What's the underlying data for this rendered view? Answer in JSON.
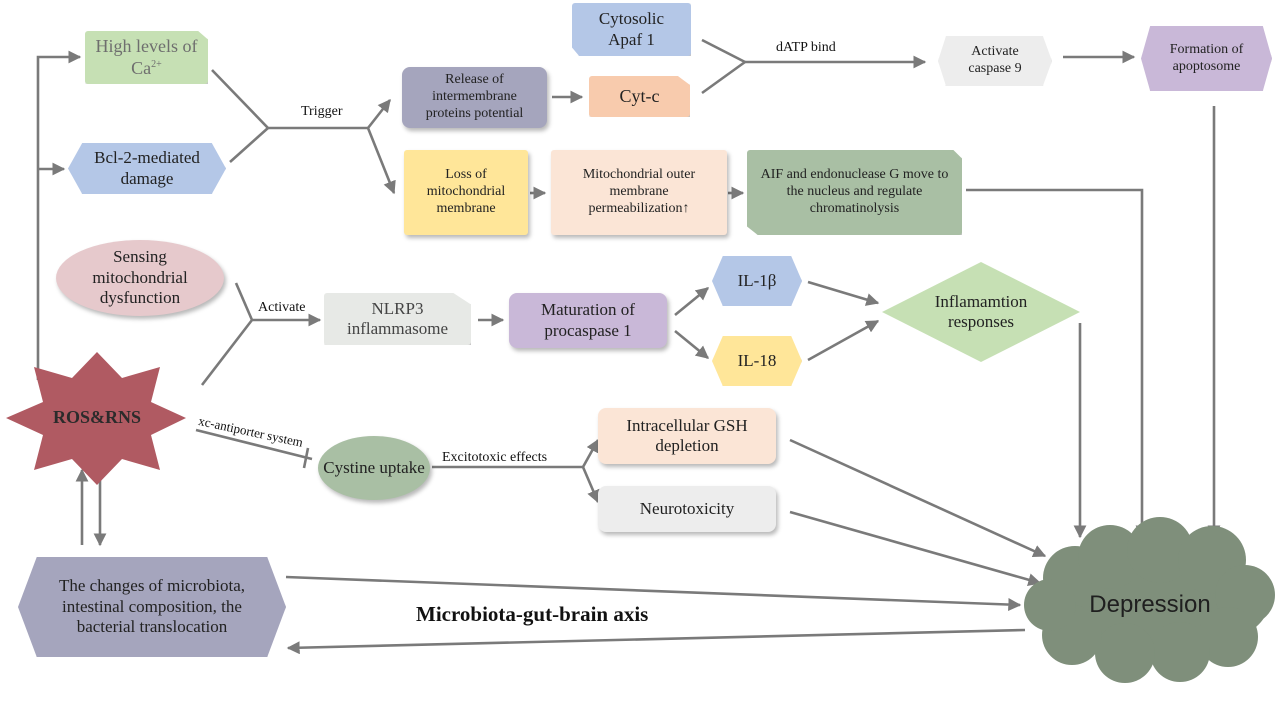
{
  "colors": {
    "green": "#c6e0b4",
    "blue": "#b4c7e7",
    "purple_gray": "#a5a5bd",
    "orange": "#f8cbad",
    "yellow": "#ffe699",
    "peach": "#fbe5d6",
    "gray_green": "#a9bfa4",
    "pink": "#e6c9cc",
    "light_gray": "#e7e9e6",
    "lavender": "#c9b8d8",
    "ros": "#b05a62",
    "depression": "#7f8f7b",
    "arrow": "#7a7a7a"
  },
  "nodes": {
    "ca": {
      "text": "High levels of Ca",
      "sup": "2+"
    },
    "bcl2": "Bcl-2-mediated damage",
    "release": "Release of intermembrane proteins potential",
    "apaf": "Cytosolic Apaf 1",
    "cytc": "Cyt-c",
    "casp9": "Activate caspase 9",
    "apoptosome": "Formation of apoptosome",
    "loss": "Loss of mitochondrial membrane",
    "momp": "Mitochondrial outer membrane permeabilization↑",
    "aif": "AIF and endonuclease G move to the nucleus and regulate chromatinolysis",
    "sensing": "Sensing mitochondrial dysfunction",
    "nlrp3": "NLRP3 inflammasome",
    "procasp": "Maturation of procaspase 1",
    "il1b": "IL-1β",
    "il18": "IL-18",
    "inflam": "Inflamamtion responses",
    "ros": "ROS&RNS",
    "cystine": "Cystine uptake",
    "gsh": "Intracellular GSH depletion",
    "neuro": "Neurotoxicity",
    "microbiota": "The changes of microbiota, intestinal composition, the  bacterial translocation",
    "depression": "Depression"
  },
  "labels": {
    "trigger": "Trigger",
    "datp": "dATP  bind",
    "activate": "Activate",
    "xc": "xc-antiporter system",
    "excito": "Excitotoxic effects",
    "axis": "Microbiota-gut-brain axis"
  }
}
